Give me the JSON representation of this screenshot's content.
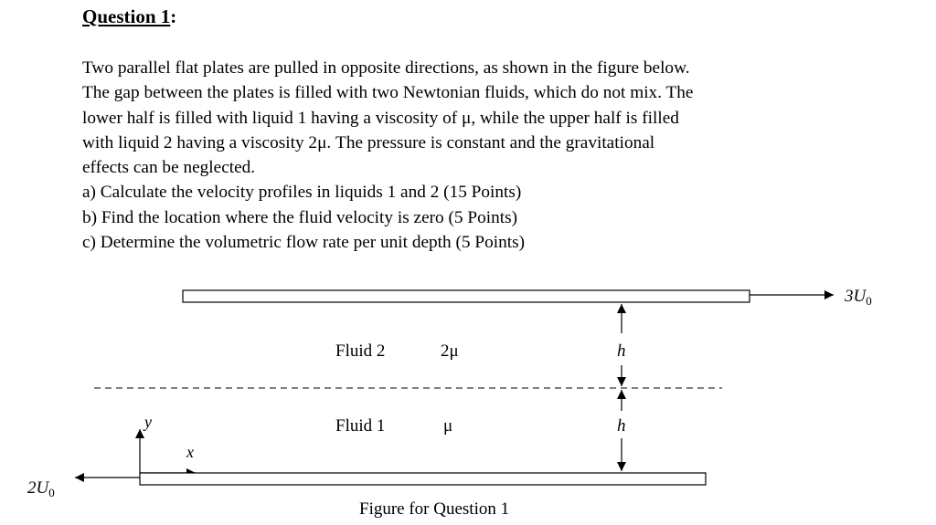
{
  "heading": {
    "text": "Question 1",
    "suffix": ":"
  },
  "paragraph": {
    "lines": [
      "Two parallel flat plates are pulled in opposite directions, as shown in the figure below.",
      "The gap between the plates is filled with two Newtonian fluids, which do not mix. The",
      "lower half is filled with liquid 1 having a viscosity of μ, while the upper half is filled",
      "with liquid 2 having a viscosity 2μ. The pressure is constant and the gravitational",
      "effects can be neglected."
    ],
    "questions": [
      "a) Calculate the velocity profiles in liquids 1 and 2 (15 Points)",
      "b) Find the location where the fluid velocity is zero (5 Points)",
      "c) Determine the volumetric flow rate per unit depth (5 Points)"
    ]
  },
  "figure": {
    "top_velocity": "3U",
    "top_velocity_sub": "0",
    "bottom_velocity": "2U",
    "bottom_velocity_sub": "0",
    "fluid2_label": "Fluid 2",
    "fluid2_viscosity": "2μ",
    "fluid1_label": "Fluid 1",
    "fluid1_viscosity": "μ",
    "h_upper": "h",
    "h_lower": "h",
    "axis_y": "y",
    "axis_x": "x",
    "caption": "Figure for Question 1"
  }
}
